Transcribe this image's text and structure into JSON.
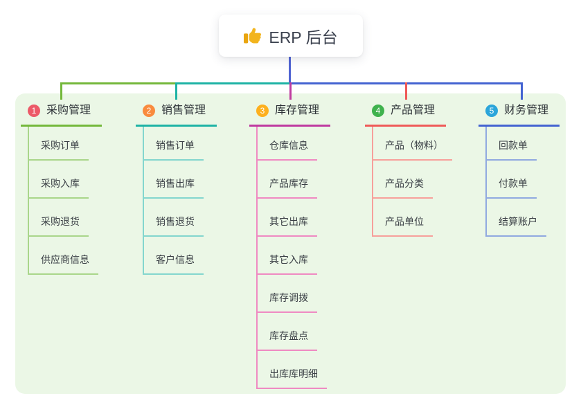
{
  "root": {
    "title": "ERP 后台",
    "icon": "thumbs-up-icon"
  },
  "panel": {
    "background_color": "#ebf7e6"
  },
  "connector": {
    "trunk_color": "#4f63d2"
  },
  "branches": [
    {
      "index": "1",
      "label": "采购管理",
      "badge_color": "#ec5a68",
      "line_color": "#74b83b",
      "child_line_color": "#a9d68a",
      "children": [
        "采购订单",
        "采购入库",
        "采购退货",
        "供应商信息"
      ]
    },
    {
      "index": "2",
      "label": "销售管理",
      "badge_color": "#f98b3e",
      "line_color": "#1eb3a5",
      "child_line_color": "#83d6ce",
      "children": [
        "销售订单",
        "销售出库",
        "销售退货",
        "客户信息"
      ]
    },
    {
      "index": "3",
      "label": "库存管理",
      "badge_color": "#fdb01e",
      "line_color": "#bf3aa0",
      "child_line_color": "#ef8ac2",
      "children": [
        "仓库信息",
        "产品库存",
        "其它出库",
        "其它入库",
        "库存调拨",
        "库存盘点",
        "出库库明细"
      ]
    },
    {
      "index": "4",
      "label": "产品管理",
      "badge_color": "#3fb24d",
      "line_color": "#ef5a58",
      "child_line_color": "#f7a09b",
      "children": [
        "产品（物料）",
        "产品分类",
        "产品单位"
      ]
    },
    {
      "index": "5",
      "label": "财务管理",
      "badge_color": "#2ba5da",
      "line_color": "#4363d1",
      "child_line_color": "#90a9e0",
      "children": [
        "回款单",
        "付款单",
        "结算账户"
      ]
    }
  ]
}
